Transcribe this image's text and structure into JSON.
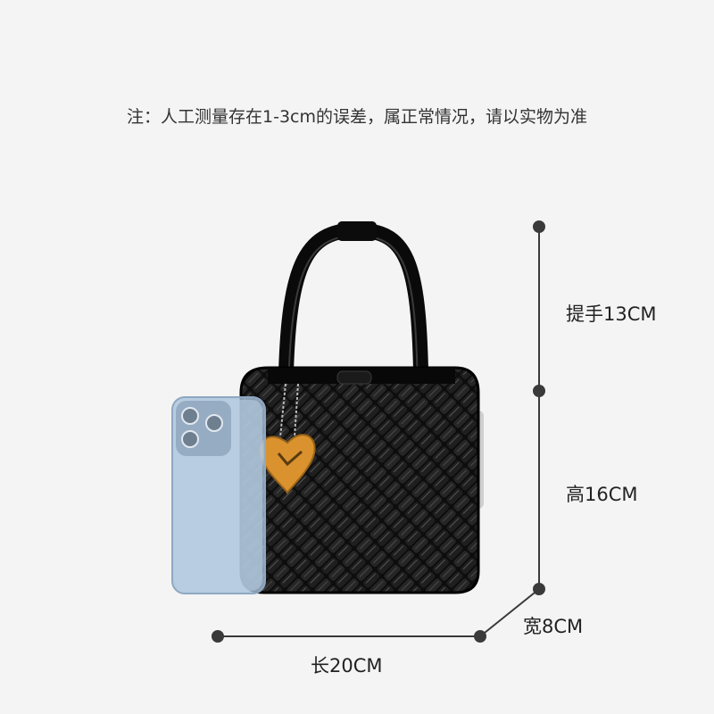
{
  "note": "注：人工测量存在1-3cm的误差，属正常情况，请以实物为准",
  "dimensions": {
    "handle": "提手13CM",
    "height": "高16CM",
    "width": "宽8CM",
    "length": "长20CM"
  },
  "colors": {
    "background": "#f4f4f4",
    "bag": "#111111",
    "charm": "#d9922e",
    "phone": "#a9c2da",
    "line": "#3a3a3a"
  },
  "icons": {
    "phone": "phone-icon",
    "heart_charm": "heart-charm-icon"
  }
}
